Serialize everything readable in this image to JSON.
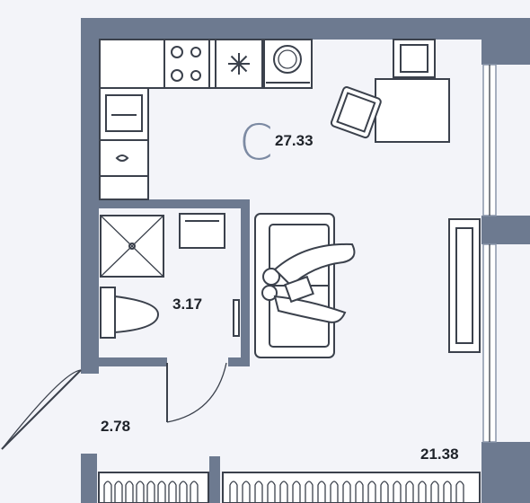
{
  "plan": {
    "class_letter": "С",
    "areas": {
      "living_room": "27.33",
      "bathroom": "3.17",
      "hallway": "2.78",
      "extra": "21.38"
    },
    "colors": {
      "wall": "#6d7a90",
      "background": "#f3f4f9",
      "furniture_stroke": "#3b414c",
      "letter": "#7c8aa3"
    },
    "icons": [
      "snowflake-icon",
      "stove-icon",
      "washer-icon",
      "sink-icon",
      "shower-icon",
      "toilet-icon",
      "sofa-icon",
      "people-icon",
      "tv-icon",
      "chair-icon",
      "table-icon",
      "radiator-icon",
      "door-icon"
    ]
  }
}
